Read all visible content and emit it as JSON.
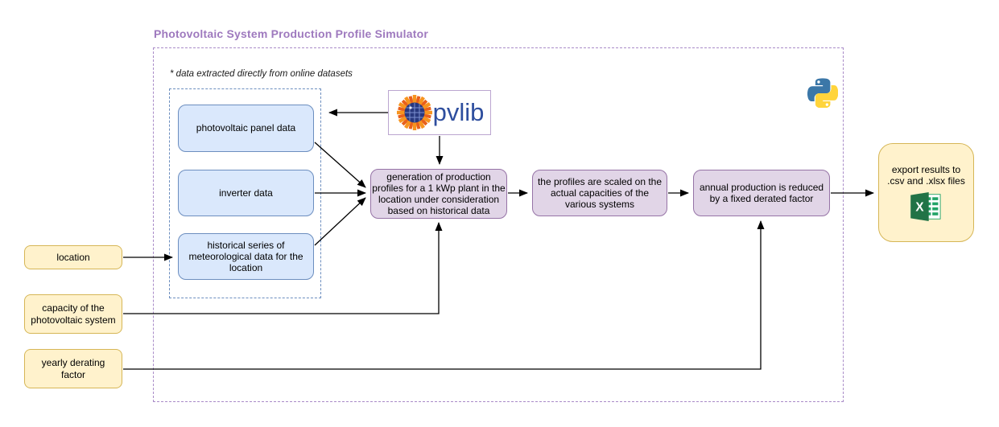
{
  "diagram": {
    "title": "Photovoltaic System Production Profile Simulator",
    "note": "* data extracted directly from online datasets",
    "logos": {
      "pvlib_text": "pvlib"
    },
    "nodes": {
      "panel": "photovoltaic panel data",
      "inverter": "inverter data",
      "historical": "historical series of meteorological data for the location",
      "generation": "generation of production profiles for a 1 kWp plant in the location under consideration based on historical data",
      "scaling": "the profiles are scaled on the actual capacities of the various systems",
      "derating": "annual production is reduced by a fixed derated factor",
      "export": "export results to .csv and .xlsx files",
      "location": "location",
      "capacity": "capacity of the photovoltaic system",
      "yearly_derating": "yearly derating factor"
    },
    "colors": {
      "input_fill": "#DAE8FC",
      "input_border": "#6C8EBF",
      "process_fill": "#E1D5E7",
      "process_border": "#9673A6",
      "io_fill": "#FFF2CC",
      "io_border": "#D6B656",
      "title_text": "#9E79BE",
      "container_border": "#A98BC8",
      "pvlib_blue": "#2E4E9E",
      "excel_green": "#217346",
      "python_blue": "#3776AB",
      "python_yellow": "#FFD43B"
    }
  }
}
